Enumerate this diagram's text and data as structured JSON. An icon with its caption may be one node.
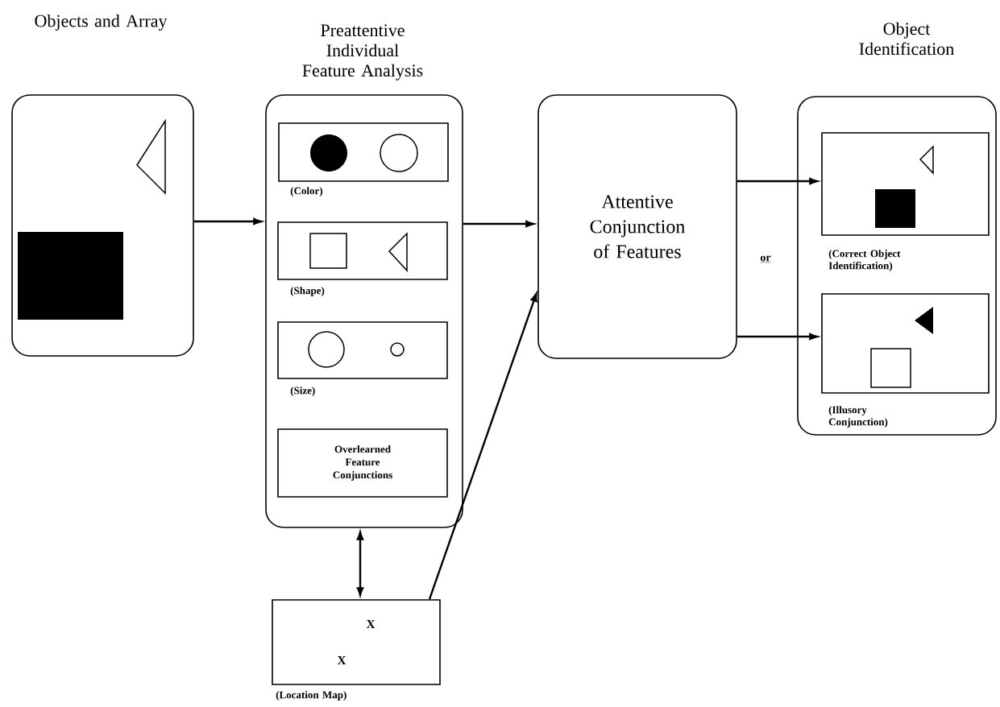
{
  "diagram": {
    "nodes": [
      {
        "text": [
          "Objects and Array"
        ]
      },
      {
        "text": [
          "Preattentive Individual Feature Analysis"
        ]
      },
      {
        "text": [],
        "shape": "box",
        "in": 1,
        "beside": [
          "(Color)"
        ]
      },
      {
        "text": [],
        "shape": "box",
        "in": 1,
        "beside": [
          "(Shape)"
        ]
      },
      {
        "text": [],
        "shape": "box",
        "in": 1,
        "beside": [
          "(Size)"
        ]
      },
      {
        "text": [
          "Overlearned Feature Conjunctions"
        ],
        "in": 1
      },
      {
        "text": [
          "Attentive Conjunction of Features"
        ]
      },
      {
        "text": [
          "Object Identification"
        ]
      },
      {
        "text": [],
        "shape": "box",
        "in": 7,
        "beside": [
          "(Correct Object Identification)"
        ]
      },
      {
        "text": [],
        "shape": "box",
        "in": 7,
        "beside": [
          "(Illusory Conjunction)"
        ]
      },
      {
        "text": [
          "X",
          "X"
        ],
        "beside": [
          "(Location Map)"
        ]
      }
    ],
    "edges": [
      {
        "from": 0,
        "to": 1,
        "arrow": "to"
      },
      {
        "from": 1,
        "to": 6,
        "arrow": "to"
      },
      {
        "from": 10,
        "to": 6,
        "arrow": "to"
      },
      {
        "from": 1,
        "to": 10,
        "arrow": "both"
      },
      {
        "from": 6,
        "to": 8,
        "arrow": "to"
      },
      {
        "from": 6,
        "to": 9,
        "arrow": "to"
      }
    ],
    "labels": [
      "or"
    ]
  }
}
